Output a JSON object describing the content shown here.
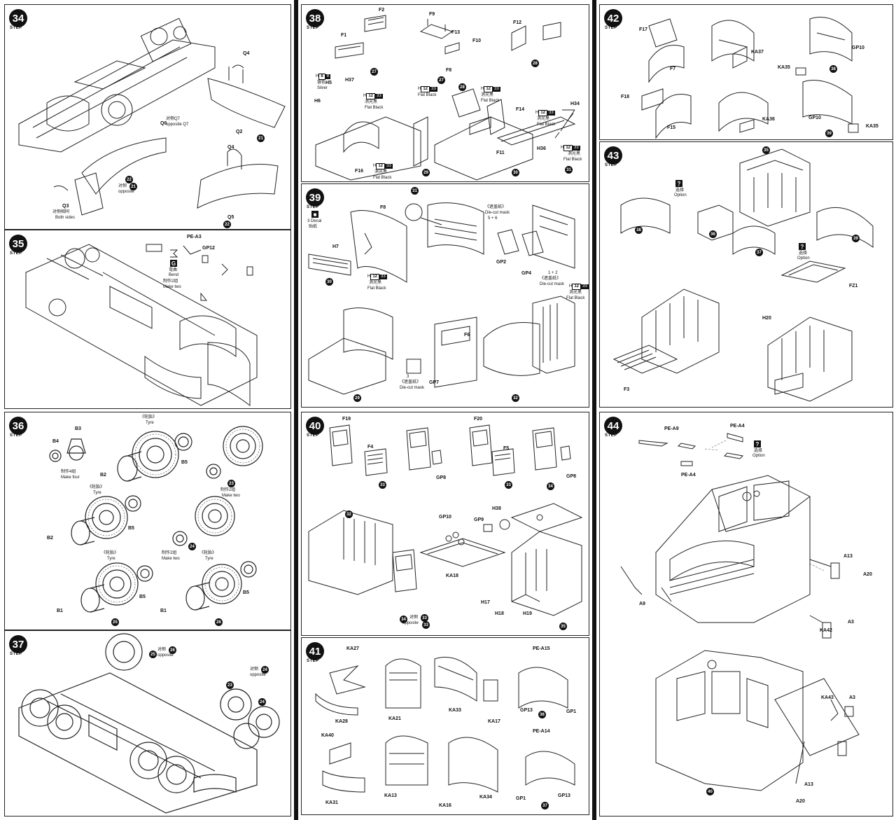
{
  "steps": [
    {
      "id": "s34",
      "number": "34",
      "step_label": "STEP"
    },
    {
      "id": "s35",
      "number": "35",
      "step_label": "STEP"
    },
    {
      "id": "s36",
      "number": "36",
      "step_label": "STEP"
    },
    {
      "id": "s37",
      "number": "37",
      "step_label": "STEP"
    },
    {
      "id": "s38",
      "number": "38",
      "step_label": "STEP"
    },
    {
      "id": "s39",
      "number": "39",
      "step_label": "STEP"
    },
    {
      "id": "s40",
      "number": "40",
      "step_label": "STEP"
    },
    {
      "id": "s41",
      "number": "41",
      "step_label": "STEP"
    },
    {
      "id": "s42",
      "number": "42",
      "step_label": "STEP"
    },
    {
      "id": "s43",
      "number": "43",
      "step_label": "STEP"
    },
    {
      "id": "s44",
      "number": "44",
      "step_label": "STEP"
    }
  ],
  "s34": {
    "q4a": "Q4",
    "q4b": "Q4",
    "q2": "Q2",
    "q5": "Q5",
    "q6": "Q6",
    "q3": "Q3",
    "opp_q7_cn": "对侧Q7",
    "opp_q7_en": "opposite Q7",
    "opp_21_cn": "对侧",
    "opp_21_en": "opposite",
    "both_cn": "对侧相同",
    "both_en": "Both sides",
    "n21": "21",
    "n22": "22",
    "n21b": "21"
  },
  "s35": {
    "pe_a3": "PE-A3",
    "gp12": "GP12",
    "bend_cn": "弯曲",
    "bend_en": "Bend",
    "make_two_cn": "制作2组",
    "make_two_en": "Make two"
  },
  "s36": {
    "b3": "B3",
    "b4": "B4",
    "b5a": "B5",
    "b5b": "B5",
    "b5c": "B5",
    "b5d": "B5",
    "b2a": "B2",
    "b2b": "B2",
    "b1a": "B1",
    "b1b": "B1",
    "tyre_cn": "《轮胎》",
    "tyre_en": "Tyre",
    "make_four_cn": "制作4组",
    "make_four_en": "Make four",
    "make_two_cn": "制作2组",
    "make_two_en": "Make two",
    "n23": "23",
    "n24": "24",
    "n25": "25",
    "n26": "26"
  },
  "s37": {
    "opp_cn": "对侧",
    "opp_en": "opposite",
    "n23": "23",
    "n24": "24",
    "n25": "25",
    "n26": "26"
  },
  "s38": {
    "f2": "F2",
    "f1": "F1",
    "f9": "F9",
    "f13": "F13",
    "f10": "F10",
    "f8": "F8",
    "f12": "F12",
    "f14": "F14",
    "f11": "F11",
    "f16": "F16",
    "h5": "H5",
    "h6": "H6",
    "h37": "H37",
    "h34": "H34",
    "h36": "H36",
    "silver_cn": "银色",
    "silver_en": "Silver",
    "flat_black_cn": "消光黑",
    "flat_black_en": "Flat Black",
    "h_code": "H",
    "c8": "8",
    "c12": "12",
    "c33": "33",
    "n27": "27",
    "n28": "28",
    "n29": "29",
    "n30": "30",
    "n31": "31"
  },
  "s39": {
    "decal_en": "3 Decal",
    "decal_cn": "贴纸",
    "f8": "F8",
    "h7": "H7",
    "gp2": "GP2",
    "gp4": "GP4",
    "gp7": "GP7",
    "f6": "F6",
    "mask_cn": "《遮盖纸》",
    "mask_en": "Die-cut mask",
    "mask_nums_a": "5 + 6",
    "mask_nums_b": "1 + 2",
    "mask_num_c": "3",
    "flat_black_cn": "消光黑",
    "flat_black_en": "Flat Black",
    "h_code": "H",
    "c12": "12",
    "c33": "33",
    "n30": "30",
    "n31": "31",
    "n32": "32",
    "n29": "29"
  },
  "s40": {
    "f19": "F19",
    "f4": "F4",
    "f20": "F20",
    "f5": "F5",
    "gp8a": "GP8",
    "gp8b": "GP8",
    "gp10": "GP10",
    "gp9": "GP9",
    "h38": "H38",
    "ka18": "KA18",
    "h17": "H17",
    "h18": "H18",
    "h19": "H19",
    "opp_cn": "对侧",
    "opp_en": "opposite",
    "n32": "32",
    "n33": "33",
    "n34": "34",
    "n35": "35"
  },
  "s41": {
    "ka27": "KA27",
    "ka28": "KA28",
    "ka21": "KA21",
    "ka33": "KA33",
    "ka17": "KA17",
    "pe_a15": "PE-A15",
    "gp13a": "GP13",
    "gp1a": "GP1",
    "ka40": "KA40",
    "ka31": "KA31",
    "ka13": "KA13",
    "ka16": "KA16",
    "ka34": "KA34",
    "pe_a14": "PE-A14",
    "gp1b": "GP1",
    "gp13b": "GP13",
    "n36": "36",
    "n37": "37"
  },
  "s42": {
    "f17": "F17",
    "f7": "F7",
    "f18": "F18",
    "f15": "F15",
    "ka37": "KA37",
    "ka36": "KA36",
    "gp10a": "GP10",
    "gp10b": "GP10",
    "ka35a": "KA35",
    "ka35b": "KA35",
    "n38": "38",
    "n39": "39"
  },
  "s43": {
    "option_cn": "选择",
    "option_en": "Option",
    "fz1": "FZ1",
    "h20": "H20",
    "f3": "F3",
    "n35": "35",
    "n36": "36",
    "n37": "37",
    "n38": "38",
    "n39": "39"
  },
  "s44": {
    "pe_a9": "PE-A9",
    "pe_a4a": "PE-A4",
    "pe_a4b": "PE-A4",
    "option_cn": "选择",
    "option_en": "Option",
    "a13a": "A13",
    "a20a": "A20",
    "a9": "A9",
    "a3a": "A3",
    "ka42": "KA42",
    "ka43": "KA43",
    "a3b": "A3",
    "a13b": "A13",
    "a20b": "A20",
    "n40": "40"
  },
  "colors": {
    "ink": "#111111",
    "paper": "#ffffff"
  }
}
